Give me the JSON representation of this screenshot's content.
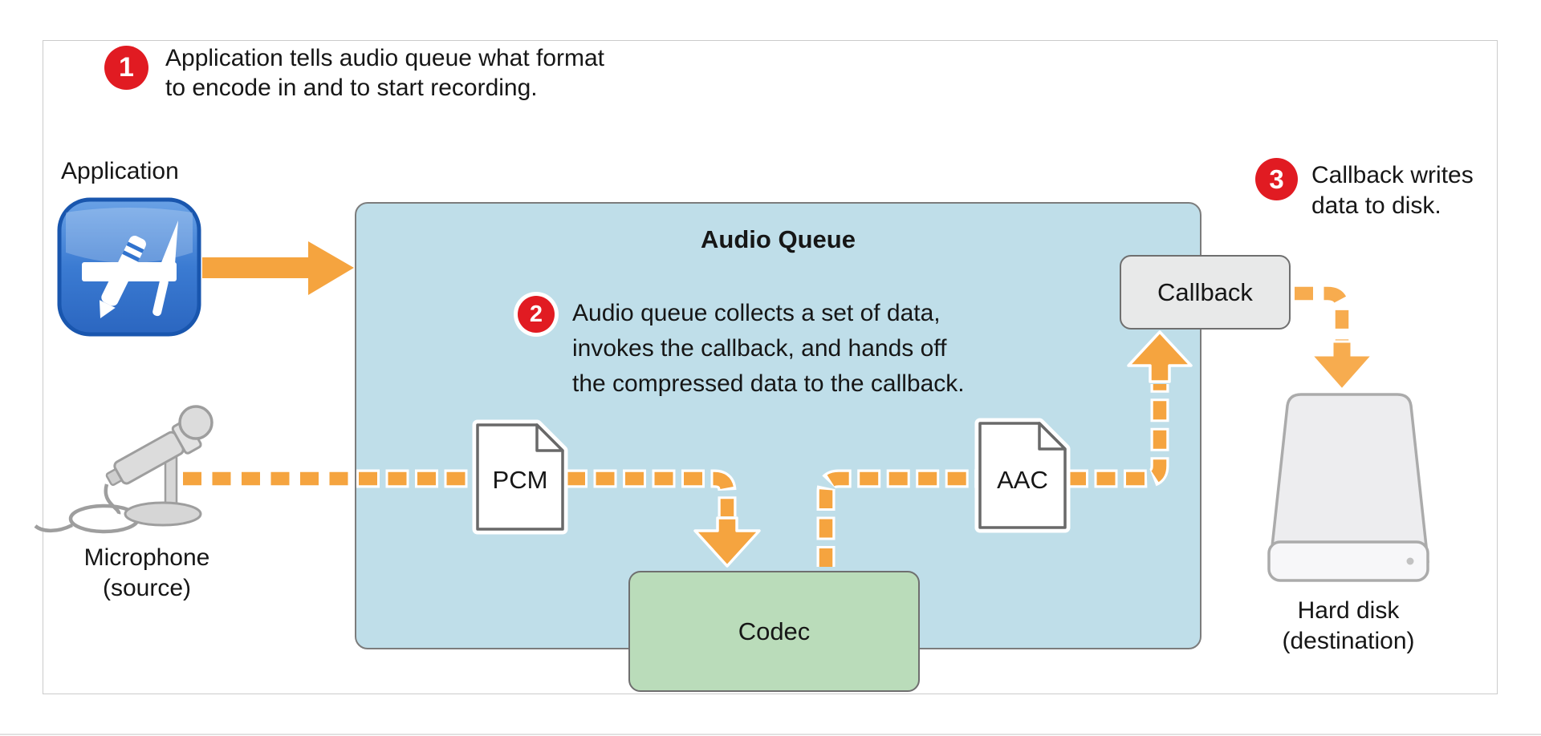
{
  "figure": {
    "steps": [
      {
        "number": "1",
        "lines": [
          "Application tells audio queue what format",
          "to encode in and to start recording."
        ]
      },
      {
        "number": "2",
        "lines": [
          "Audio queue collects a set of data,",
          "invokes the callback, and hands off",
          "the compressed data to the callback."
        ]
      },
      {
        "number": "3",
        "lines": [
          "Callback writes",
          "data to disk."
        ]
      }
    ],
    "labels": {
      "application": "Application",
      "audio_queue": "Audio Queue",
      "pcm": "PCM",
      "aac": "AAC",
      "codec": "Codec",
      "callback": "Callback",
      "microphone_line1": "Microphone",
      "microphone_line2": "(source)",
      "hard_disk_line1": "Hard disk",
      "hard_disk_line2": "(destination)"
    },
    "icons": [
      "app-store-icon",
      "microphone-icon",
      "pcm-document-icon",
      "aac-document-icon",
      "hard-disk-icon"
    ],
    "colors": {
      "step_badge": "#e11b22",
      "flow_orange": "#f5a43f",
      "flow_orange_light": "#f7ac4f",
      "audio_queue_fill": "#bfdee9",
      "codec_fill": "#badcba",
      "callback_fill": "#e8e9e9",
      "panel_border": "#cbcbcb"
    }
  }
}
